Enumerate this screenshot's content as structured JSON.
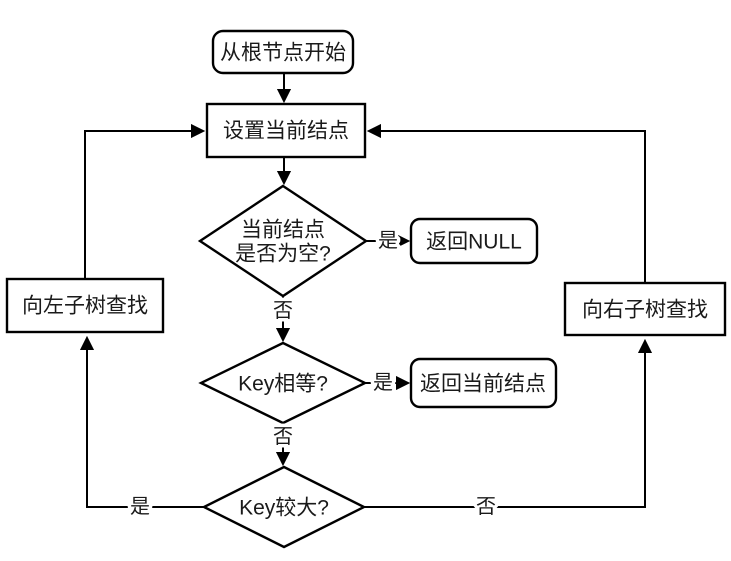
{
  "nodes": {
    "start": {
      "label": "从根节点开始"
    },
    "set_current": {
      "label": "设置当前结点"
    },
    "check_null": {
      "line1": "当前结点",
      "line2": "是否为空?"
    },
    "return_null": {
      "label": "返回NULL"
    },
    "check_equal": {
      "label": "Key相等?"
    },
    "return_current": {
      "label": "返回当前结点"
    },
    "check_greater": {
      "label": "Key较大?"
    },
    "search_left": {
      "label": "向左子树查找"
    },
    "search_right": {
      "label": "向右子树查找"
    }
  },
  "edge_labels": {
    "null_yes": "是",
    "null_no": "否",
    "equal_yes": "是",
    "equal_no": "否",
    "greater_yes": "是",
    "greater_no": "否"
  },
  "colors": {
    "stroke": "#000000",
    "text": "#1a1a1a",
    "background": "#ffffff"
  }
}
